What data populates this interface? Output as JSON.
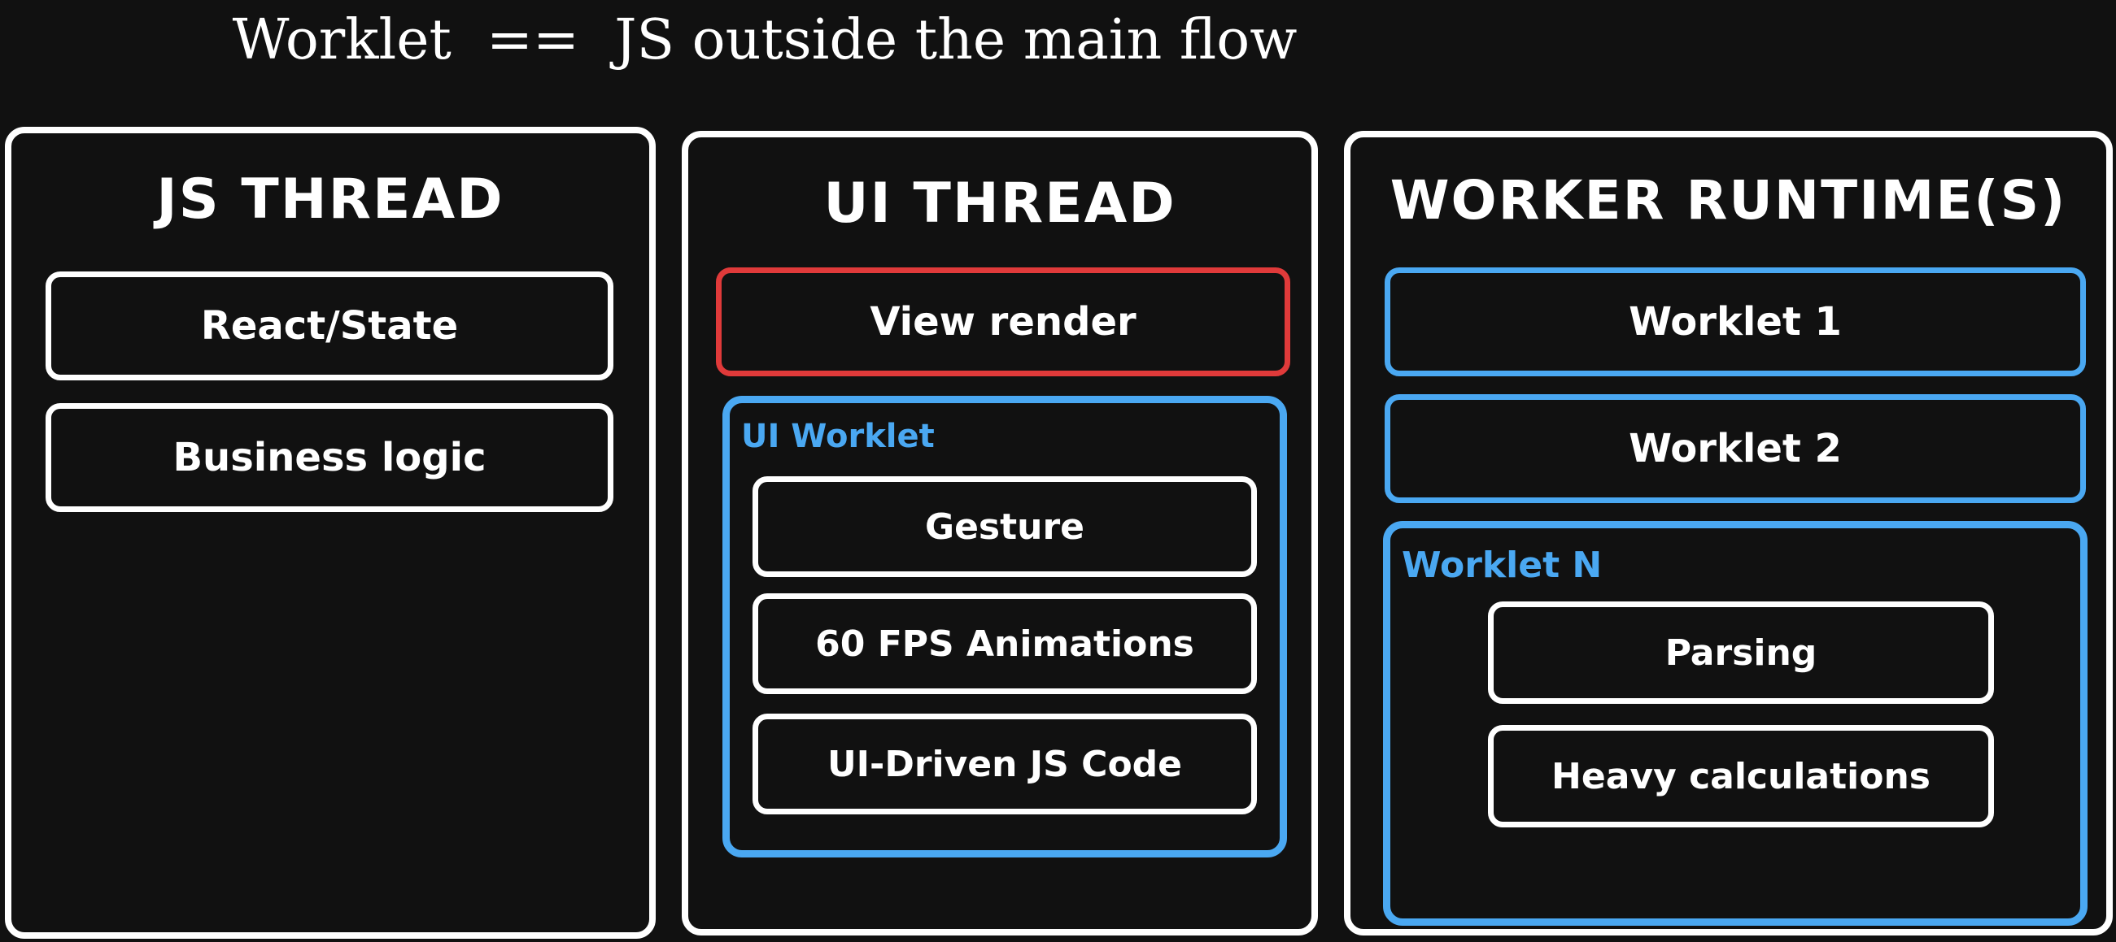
{
  "title": "Worklet  ==  JS outside the main flow",
  "colors": {
    "background": "#111111",
    "white": "#ffffff",
    "red": "#e03a3a",
    "blue": "#4aa8f2"
  },
  "js_thread": {
    "title": "JS THREAD",
    "items": [
      "React/State",
      "Business logic"
    ]
  },
  "ui_thread": {
    "title": "UI THREAD",
    "view_render": "View render",
    "ui_worklet": {
      "label": "UI Worklet",
      "items": [
        "Gesture",
        "60 FPS Animations",
        "UI-Driven JS Code"
      ]
    }
  },
  "worker_runtimes": {
    "title": "WORKER RUNTIME(S)",
    "worklets": [
      "Worklet 1",
      "Worklet 2"
    ],
    "worklet_n": {
      "label": "Worklet N",
      "items": [
        "Parsing",
        "Heavy calculations"
      ]
    }
  }
}
